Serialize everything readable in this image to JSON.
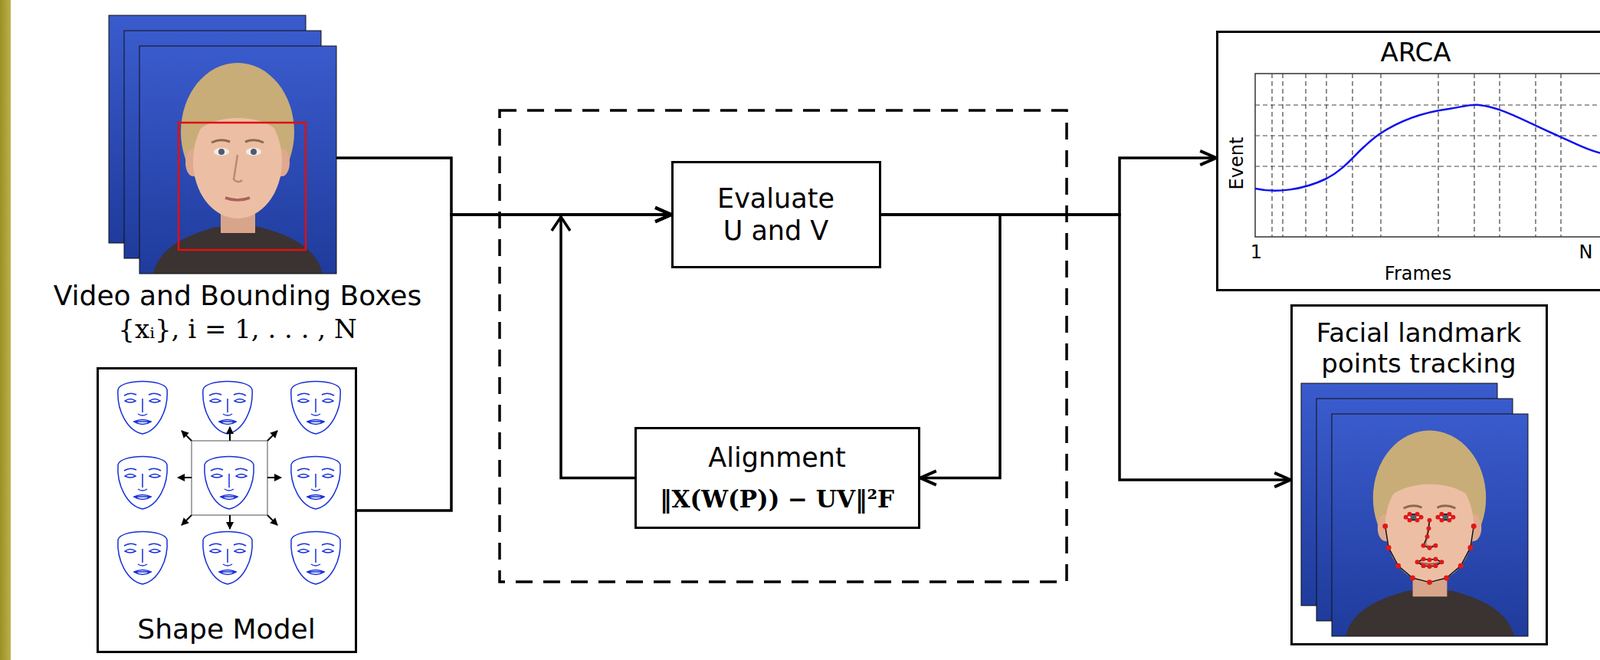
{
  "diagram": {
    "nodes": [
      {
        "text": [
          "Video and Bounding Boxes",
          "{xᵢ}, i = 1, . . . , N"
        ]
      },
      {
        "text": [
          "Shape Model"
        ]
      },
      {
        "text": [
          "Evaluate U and V"
        ]
      },
      {
        "text": [
          "Alignment",
          "‖X(W(P)) − UV‖²F"
        ]
      },
      {
        "text": [
          "ARCA"
        ]
      },
      {
        "text": [
          "Facial landmark points tracking"
        ]
      }
    ],
    "edges": [
      {
        "from": 0,
        "to": 2,
        "arrow": "to"
      },
      {
        "from": 1,
        "to": 2,
        "arrow": "to"
      },
      {
        "from": 2,
        "to": 3,
        "arrow": "to"
      },
      {
        "from": 3,
        "to": 2,
        "arrow": "to"
      },
      {
        "from": 2,
        "to": 4,
        "arrow": "to"
      },
      {
        "from": 2,
        "to": 5,
        "arrow": "to"
      }
    ],
    "labels": [
      "Event",
      "1",
      "N",
      "Frames"
    ]
  }
}
